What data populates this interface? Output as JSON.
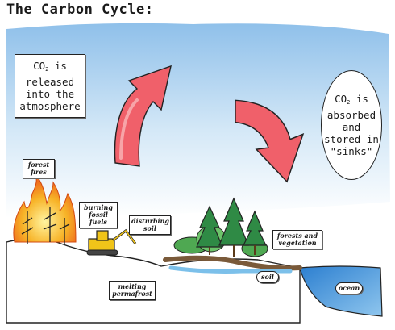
{
  "title": "The Carbon Cycle:",
  "labels": {
    "released": {
      "l1_pre": "CO",
      "l1_sub": "2",
      "l1_post": " is",
      "l2": "released",
      "l3": "into the",
      "l4": "atmosphere"
    },
    "absorbed": {
      "l1_pre": "CO",
      "l1_sub": "2",
      "l1_post": " is",
      "l2": "absorbed",
      "l3": "and",
      "l4": "stored in",
      "l5": "\"sinks\""
    },
    "forest_fires": {
      "l1": "forest",
      "l2": "fires"
    },
    "burning_fossil_fuels": {
      "l1": "burning",
      "l2": "fossil",
      "l3": "fuels"
    },
    "disturbing_soil": {
      "l1": "disturbing",
      "l2": "soil"
    },
    "forests_vegetation": {
      "l1": "forests and",
      "l2": "vegetation"
    },
    "melting_permafrost": {
      "l1": "melting",
      "l2": "permafrost"
    },
    "soil": "soil",
    "ocean": "ocean"
  },
  "colors": {
    "sky_top": "#9cc8ec",
    "sky_bottom": "#ffffff",
    "arrow_fill": "#f0606a",
    "arrow_light": "#f7a4a8",
    "tree": "#2f8a45",
    "water": "#3d8fd6",
    "fire": "#f7b327",
    "excavator": "#f0c419"
  }
}
